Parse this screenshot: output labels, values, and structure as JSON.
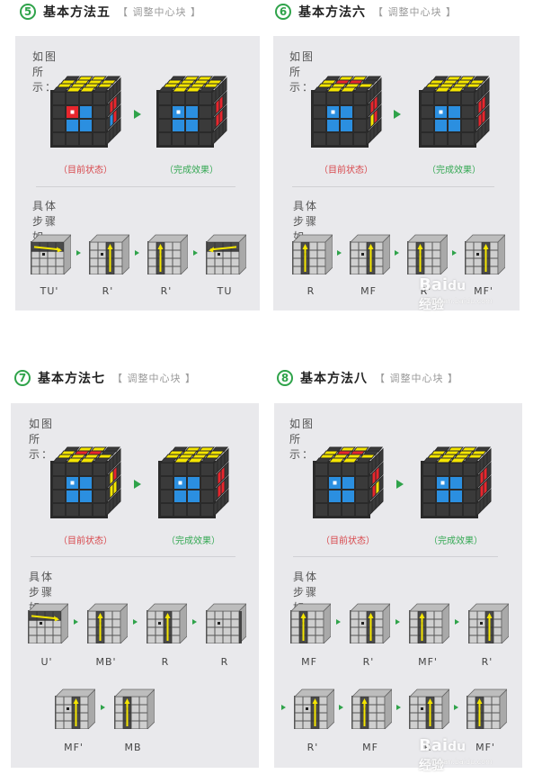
{
  "sections": [
    {
      "num": "5",
      "title": "基本方法五",
      "tag": "【 调整中心块 】",
      "as_shown": "如图所示：",
      "before": "（目前状态）",
      "after": "（完成效果）",
      "steps_label": "具体步骤如下：",
      "moves": [
        "TU'",
        "R'",
        "R'",
        "TU"
      ]
    },
    {
      "num": "6",
      "title": "基本方法六",
      "tag": "【 调整中心块 】",
      "as_shown": "如图所示：",
      "before": "（目前状态）",
      "after": "（完成效果）",
      "steps_label": "具体步骤如下：",
      "moves": [
        "R",
        "MF",
        "R'",
        "MF'"
      ]
    },
    {
      "num": "7",
      "title": "基本方法七",
      "tag": "【 调整中心块 】",
      "as_shown": "如图所示：",
      "before": "（目前状态）",
      "after": "（完成效果）",
      "steps_label": "具体步骤如下：",
      "moves": [
        "U'",
        "MB'",
        "R",
        "R",
        "MF'",
        "MB"
      ]
    },
    {
      "num": "8",
      "title": "基本方法八",
      "tag": "【 调整中心块 】",
      "as_shown": "如图所示：",
      "before": "（目前状态）",
      "after": "（完成效果）",
      "steps_label": "具体步骤如下：",
      "moves": [
        "MF",
        "R'",
        "MF'",
        "R'",
        "R'",
        "MF",
        "R",
        "MF'"
      ]
    }
  ],
  "watermark": {
    "brand": "Bai",
    "suffix": "经验",
    "url": "jingyan.baidu.com"
  },
  "colors": {
    "accent": "#2fa34a",
    "cube_dark": "#3a3a3a",
    "yellow": "#f5e600",
    "red": "#e8262d",
    "blue": "#2b8fe0",
    "gray": "#cfcfcf",
    "panel": "#e9e9ec"
  }
}
